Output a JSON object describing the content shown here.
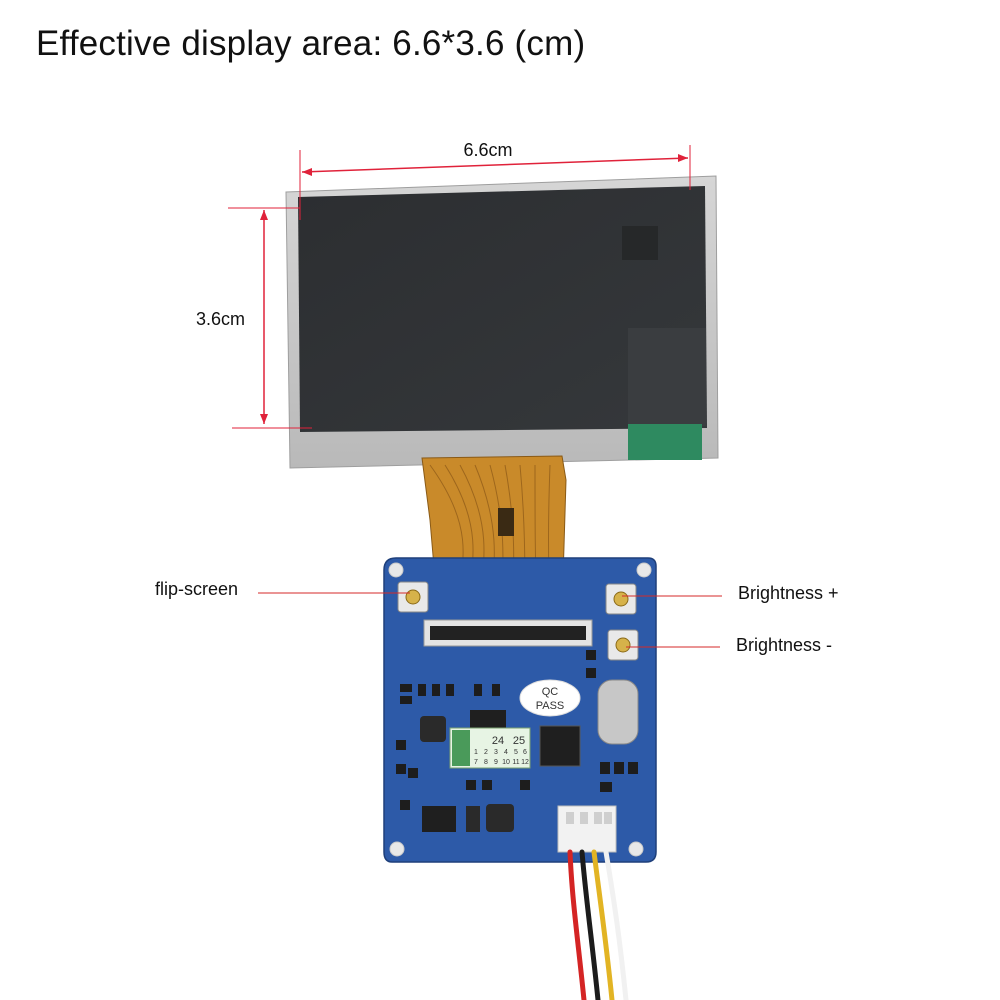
{
  "title": "Effective display area: 6.6*3.6 (cm)",
  "dimensions": {
    "width_label": "6.6cm",
    "height_label": "3.6cm"
  },
  "callouts": {
    "flip_screen": "flip-screen",
    "brightness_up": "Brightness +",
    "brightness_down": "Brightness -"
  },
  "board": {
    "qc_stamp_line1": "QC",
    "qc_stamp_line2": "PASS",
    "test_grid_top": [
      "24",
      "25"
    ],
    "test_grid_row1": [
      "1",
      "2",
      "3",
      "4",
      "5",
      "6"
    ],
    "test_grid_row2": [
      "7",
      "8",
      "9",
      "10",
      "11",
      "12"
    ]
  },
  "colors": {
    "panel_frame": "#c9c9c9",
    "panel_glass": "#2f3134",
    "flex_cable": "#c98a2a",
    "pcb": "#2d5aa8",
    "dimension_line": "#e0223a",
    "callout_line": "#d42a2a",
    "green_tab": "#2e8a60"
  }
}
